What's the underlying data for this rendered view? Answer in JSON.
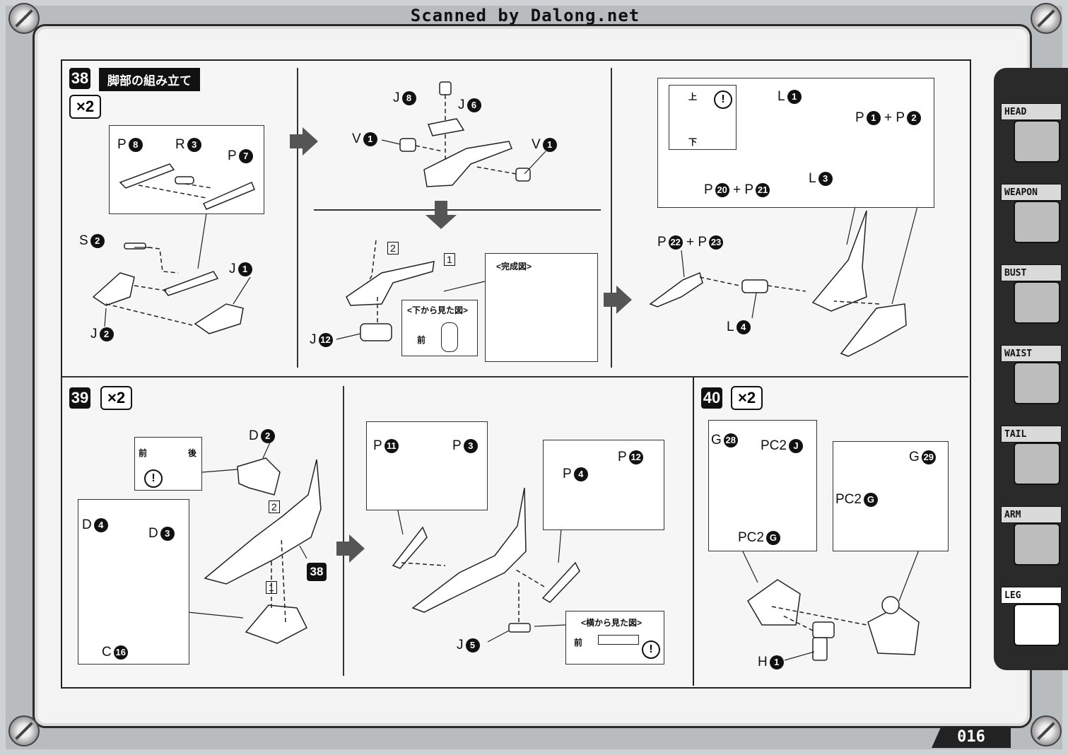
{
  "header": {
    "scan_credit": "Scanned by Dalong.net"
  },
  "page_number": "016",
  "steps": {
    "s38": {
      "number": "38",
      "title": "脚部の組み立て",
      "multiplier": "×2"
    },
    "s39": {
      "number": "39",
      "multiplier": "×2"
    },
    "s40": {
      "number": "40",
      "multiplier": "×2"
    }
  },
  "labels": {
    "p8": "P",
    "r3": "R",
    "p7": "P",
    "s2": "S",
    "j1": "J",
    "j2": "J",
    "j8": "J",
    "j6": "J",
    "v1a": "V",
    "v1b": "V",
    "j12": "J",
    "l1": "L",
    "p1p2": "P",
    "l3": "L",
    "p20p21": "P",
    "p22p23": "P",
    "l4": "L",
    "d2": "D",
    "d4": "D",
    "d3": "D",
    "c16": "C",
    "p11": "P",
    "p3": "P",
    "p4": "P",
    "p12": "P",
    "j5": "J",
    "g28": "G",
    "pc2j": "PC2",
    "g29": "G",
    "pc2g_a": "PC2",
    "pc2g_b": "PC2",
    "h1": "H",
    "plus": "+",
    "ref38": "38"
  },
  "numbers": {
    "n8": "8",
    "n3": "3",
    "n7": "7",
    "n2": "2",
    "n1": "1",
    "n6": "6",
    "n12": "12",
    "n20": "20",
    "n21": "21",
    "n22": "22",
    "n23": "23",
    "n4": "4",
    "n16": "16",
    "n11": "11",
    "n5": "5",
    "n28": "28",
    "n29": "29",
    "nJ": "J",
    "nG": "G"
  },
  "order_marks": {
    "one": "1",
    "two": "2"
  },
  "sub_views": {
    "bottom_view": "<下から見た図>",
    "completed": "<完成図>",
    "side_view": "<横から見た図>",
    "front": "前",
    "back": "後",
    "up": "上",
    "down": "下",
    "caution": "!"
  },
  "sidebar": {
    "items": [
      {
        "label": "HEAD"
      },
      {
        "label": "WEAPON"
      },
      {
        "label": "BUST"
      },
      {
        "label": "WAIST"
      },
      {
        "label": "TAIL"
      },
      {
        "label": "ARM"
      },
      {
        "label": "LEG",
        "active": true
      }
    ]
  }
}
